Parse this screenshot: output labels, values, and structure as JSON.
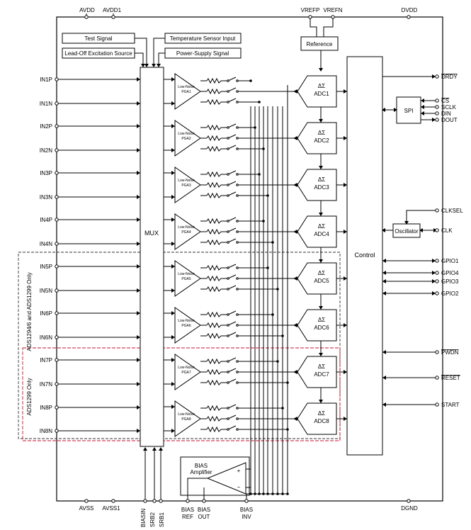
{
  "top_pins": {
    "avdd": "AVDD",
    "avdd1": "AVDD1",
    "vrefp": "VREFP",
    "vrefn": "VREFN",
    "dvdd": "DVDD"
  },
  "bottom_pins": {
    "avss": "AVSS",
    "avss1": "AVSS1",
    "biasin": "BIASIN",
    "srb2": "SRB2",
    "srb1": "SRB1",
    "bias_ref_1": "BIAS",
    "bias_ref_2": "REF",
    "bias_out_1": "BIAS",
    "bias_out_2": "OUT",
    "bias_inv_1": "BIAS",
    "bias_inv_2": "INV",
    "dgnd": "DGND"
  },
  "inputs": [
    "IN1P",
    "IN1N",
    "IN2P",
    "IN2N",
    "IN3P",
    "IN3N",
    "IN4P",
    "IN4N",
    "IN5P",
    "IN5N",
    "IN6P",
    "IN6N",
    "IN7P",
    "IN7N",
    "IN8P",
    "IN8N"
  ],
  "signal_boxes": {
    "test": "Test Signal",
    "temp": "Temperature Sensor Input",
    "leadoff": "Lead-Off Excitation Source",
    "power": "Power-Supply Signal"
  },
  "mux": "MUX",
  "pga_label": {
    "line1": "Low-Noise"
  },
  "pga_names": [
    "PGA1",
    "PGA2",
    "PGA3",
    "PGA4",
    "PGA5",
    "PGA6",
    "PGA7",
    "PGA8"
  ],
  "adc_symbol": "ΔΣ",
  "adc_names": [
    "ADC1",
    "ADC2",
    "ADC3",
    "ADC4",
    "ADC5",
    "ADC6",
    "ADC7",
    "ADC8"
  ],
  "reference": "Reference",
  "control": "Control",
  "spi": "SPI",
  "oscillator": "Oscillator",
  "right_pins": {
    "drdy": "DRDY",
    "cs": "CS",
    "sclk": "SCLK",
    "din": "DIN",
    "dout": "DOUT",
    "clksel": "CLKSEL",
    "clk": "CLK",
    "gpio1": "GPIO1",
    "gpio4": "GPIO4",
    "gpio3": "GPIO3",
    "gpio2": "GPIO2",
    "pwdn": "PWDN",
    "reset": "RESET",
    "start": "START"
  },
  "region_labels": {
    "black": "ADS1294/6 and ADS1299 Only",
    "red": "ADS1299 Only"
  },
  "bias_amp": {
    "line1": "BIAS",
    "line2": "Amplifier",
    "plus": "+",
    "minus": "−"
  }
}
